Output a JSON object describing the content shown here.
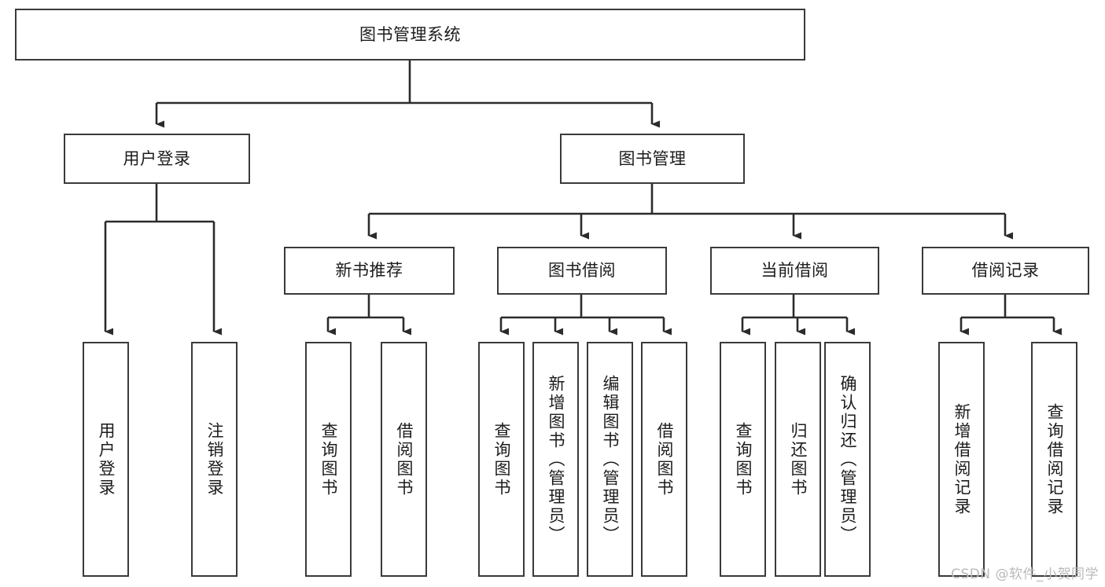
{
  "diagram": {
    "title": "图书管理系统",
    "type": "hierarchy-tree",
    "colors": {
      "box_border": "#3a3a3a",
      "box_fill": "#ffffff",
      "connector": "#2b2b2b",
      "text": "#1c1c1c",
      "watermark": "#b9b9b9"
    },
    "root": {
      "label": "图书管理系统"
    },
    "level1": [
      {
        "label": "用户登录"
      },
      {
        "label": "图书管理"
      }
    ],
    "level2": [
      {
        "label": "新书推荐"
      },
      {
        "label": "图书借阅"
      },
      {
        "label": "当前借阅"
      },
      {
        "label": "借阅记录"
      }
    ],
    "leaves": {
      "user_login": [
        {
          "label": "用户登录"
        },
        {
          "label": "注销登录"
        }
      ],
      "new_book_recommend": [
        {
          "label": "查询图书"
        },
        {
          "label": "借阅图书"
        }
      ],
      "book_borrow": [
        {
          "label": "查询图书"
        },
        {
          "label": "新增图书（管理员）"
        },
        {
          "label": "编辑图书（管理员）"
        },
        {
          "label": "借阅图书"
        }
      ],
      "current_borrow": [
        {
          "label": "查询图书"
        },
        {
          "label": "归还图书"
        },
        {
          "label": "确认归还（管理员）"
        }
      ],
      "borrow_record": [
        {
          "label": "新增借阅记录"
        },
        {
          "label": "查询借阅记录"
        }
      ]
    }
  },
  "watermark": {
    "text": "CSDN @软件_小贺同学"
  }
}
